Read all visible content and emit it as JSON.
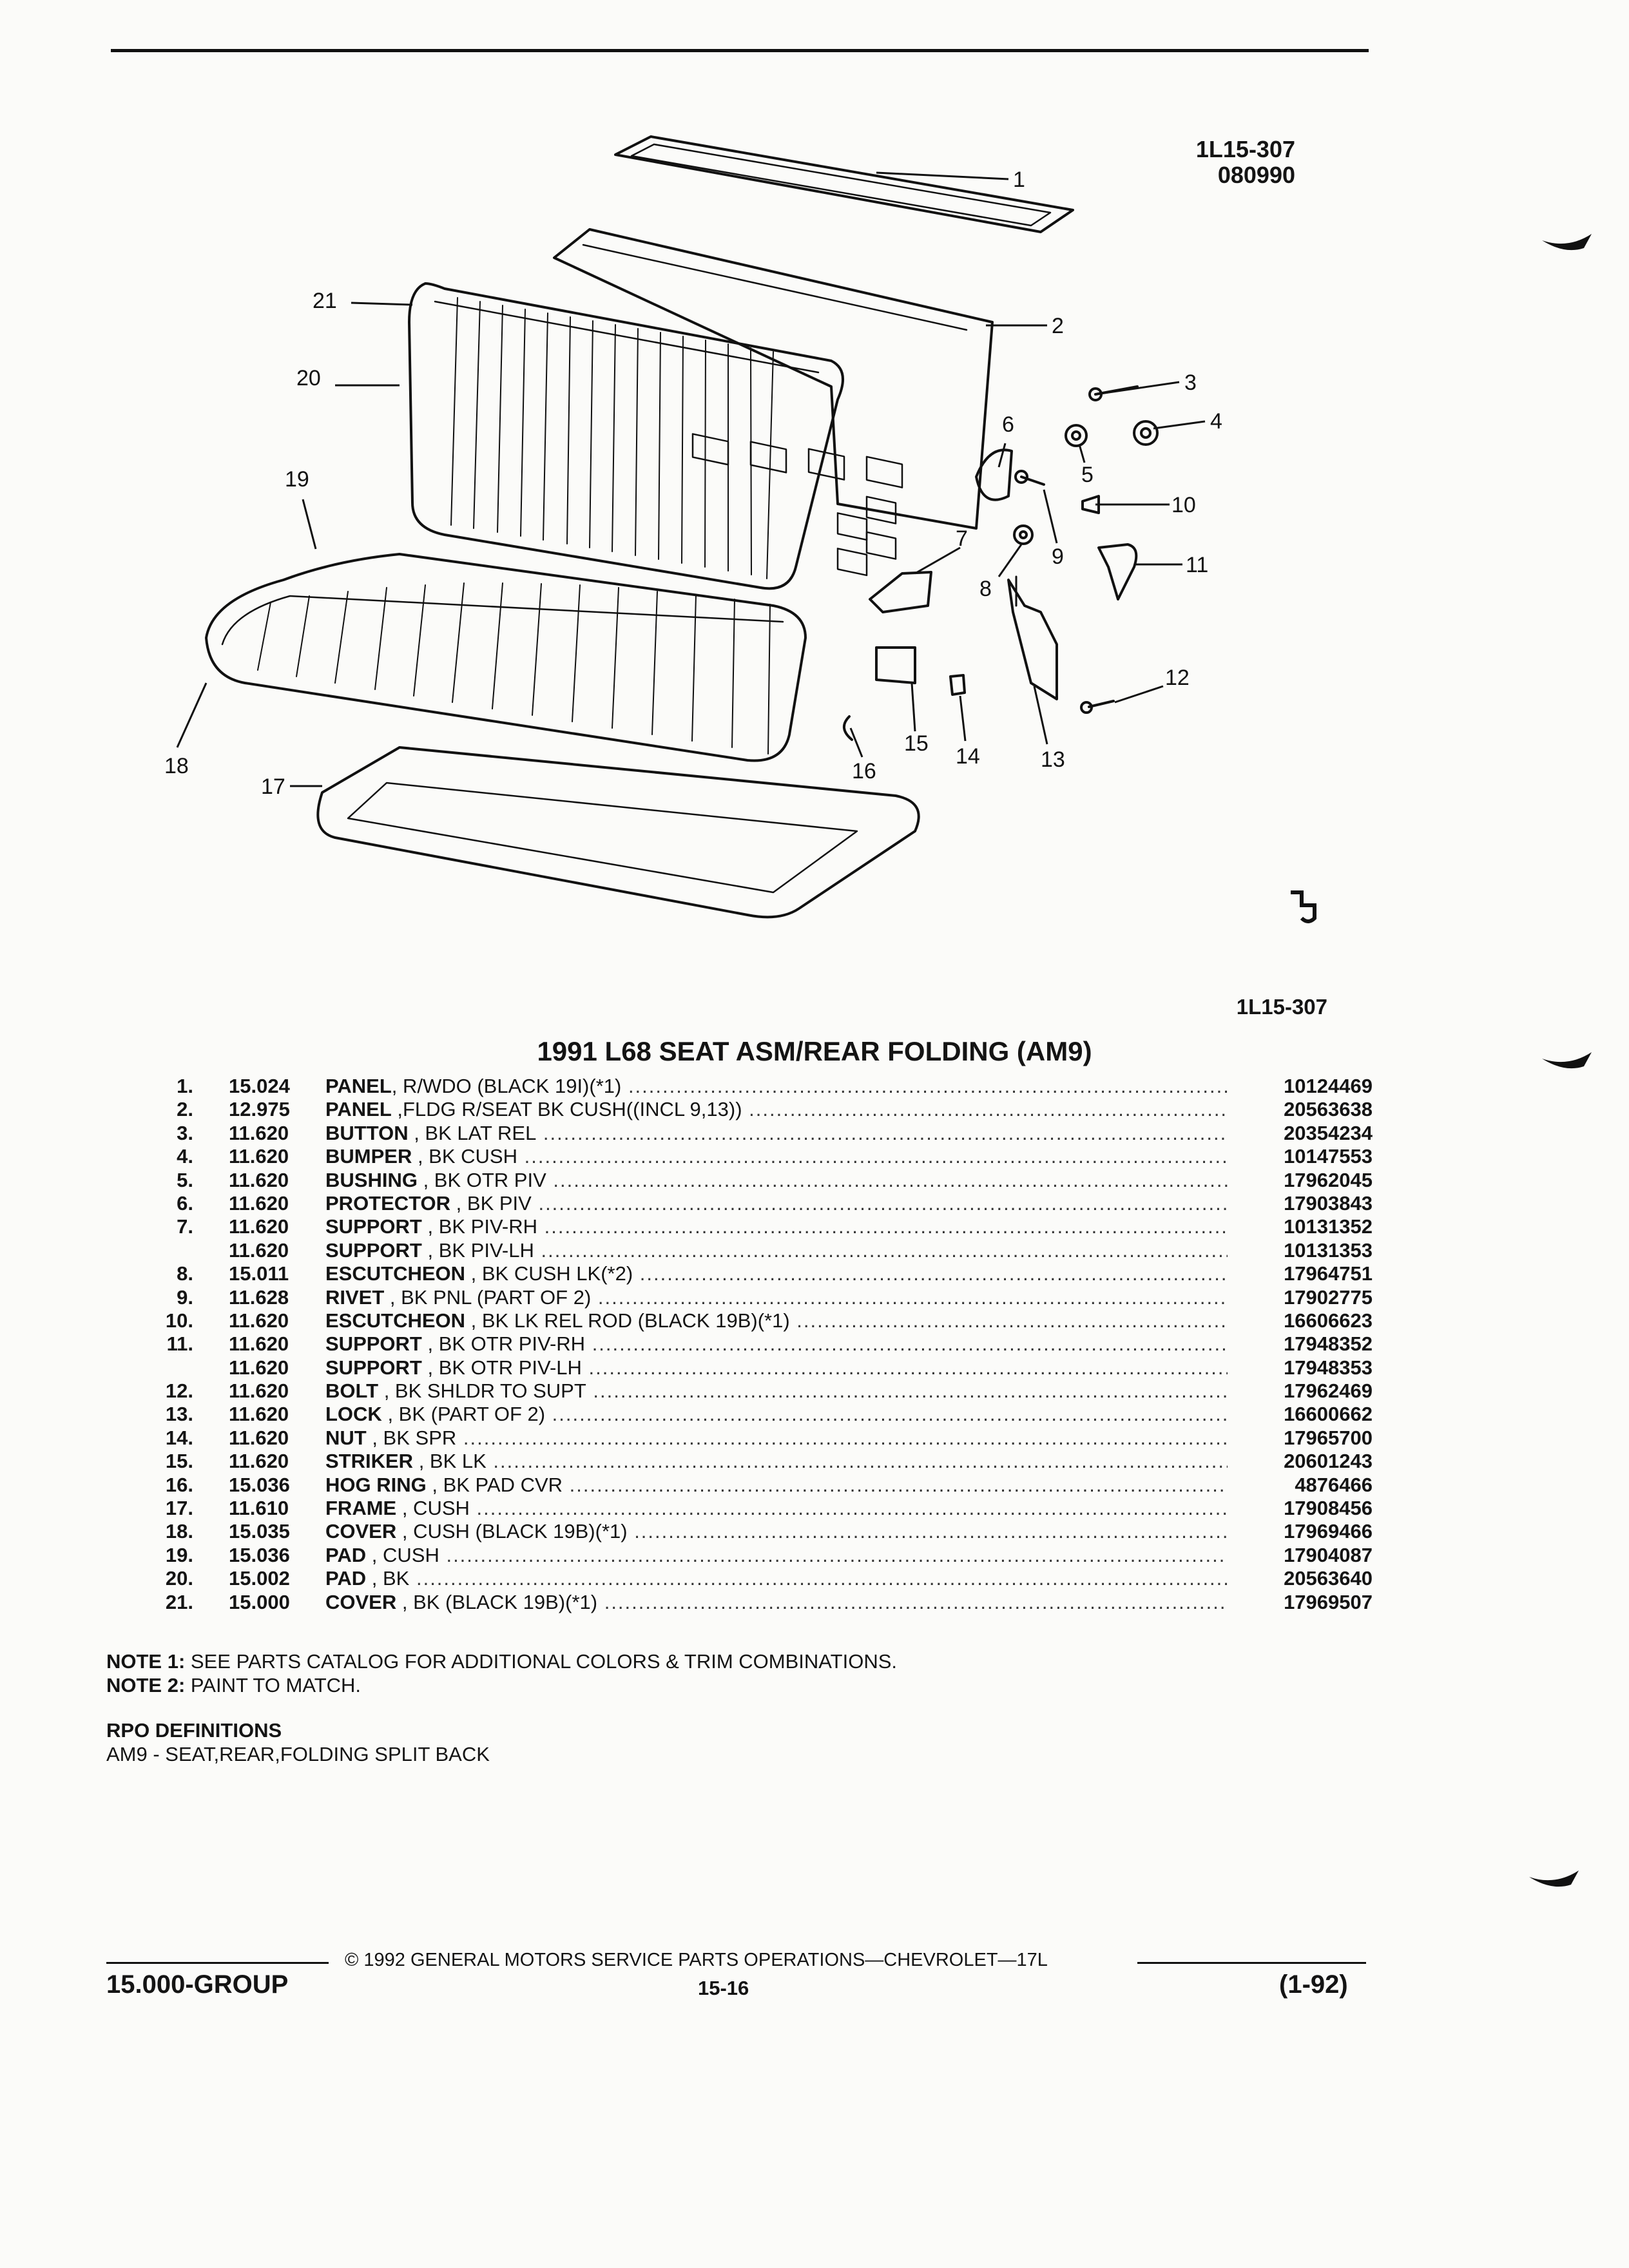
{
  "header": {
    "illustration_ref": "1L15-307",
    "illustration_date": "080990"
  },
  "illustration_caption": "1L15-307",
  "callouts": [
    "1",
    "2",
    "3",
    "4",
    "5",
    "6",
    "7",
    "8",
    "9",
    "10",
    "11",
    "12",
    "13",
    "14",
    "15",
    "16",
    "17",
    "18",
    "19",
    "20",
    "21"
  ],
  "section_title": "1991 L68 SEAT ASM/REAR FOLDING (AM9)",
  "parts": [
    {
      "num": "1.",
      "code": "15.024",
      "name": "PANEL",
      "desc": ", R/WDO (BLACK 19I)(*1)",
      "pn": "10124469"
    },
    {
      "num": "2.",
      "code": "12.975",
      "name": "PANEL",
      "desc": " ,FLDG R/SEAT BK CUSH((INCL 9,13))",
      "pn": "20563638"
    },
    {
      "num": "3.",
      "code": "11.620",
      "name": "BUTTON",
      "desc": " , BK LAT REL",
      "pn": "20354234"
    },
    {
      "num": "4.",
      "code": "11.620",
      "name": "BUMPER",
      "desc": " , BK CUSH",
      "pn": "10147553"
    },
    {
      "num": "5.",
      "code": "11.620",
      "name": "BUSHING",
      "desc": " , BK OTR PIV",
      "pn": "17962045"
    },
    {
      "num": "6.",
      "code": "11.620",
      "name": "PROTECTOR",
      "desc": " , BK PIV",
      "pn": "17903843"
    },
    {
      "num": "7.",
      "code": "11.620",
      "name": "SUPPORT",
      "desc": " , BK PIV-RH",
      "pn": "10131352"
    },
    {
      "num": "",
      "code": "11.620",
      "name": "SUPPORT",
      "desc": " , BK PIV-LH",
      "pn": "10131353"
    },
    {
      "num": "8.",
      "code": "15.011",
      "name": "ESCUTCHEON",
      "desc": " , BK CUSH LK(*2)",
      "pn": "17964751"
    },
    {
      "num": "9.",
      "code": "11.628",
      "name": "RIVET",
      "desc": " , BK PNL (PART OF 2)",
      "pn": "17902775"
    },
    {
      "num": "10.",
      "code": "11.620",
      "name": "ESCUTCHEON",
      "desc": " , BK LK REL ROD (BLACK 19B)(*1)",
      "pn": "16606623"
    },
    {
      "num": "11.",
      "code": "11.620",
      "name": "SUPPORT",
      "desc": " , BK OTR PIV-RH",
      "pn": "17948352"
    },
    {
      "num": "",
      "code": "11.620",
      "name": "SUPPORT",
      "desc": " , BK OTR PIV-LH",
      "pn": "17948353"
    },
    {
      "num": "12.",
      "code": "11.620",
      "name": "BOLT",
      "desc": " , BK SHLDR TO SUPT",
      "pn": "17962469"
    },
    {
      "num": "13.",
      "code": "11.620",
      "name": "LOCK",
      "desc": " , BK (PART OF 2)",
      "pn": "16600662"
    },
    {
      "num": "14.",
      "code": "11.620",
      "name": "NUT",
      "desc": " , BK SPR",
      "pn": "17965700"
    },
    {
      "num": "15.",
      "code": "11.620",
      "name": "STRIKER",
      "desc": " , BK LK",
      "pn": "20601243"
    },
    {
      "num": "16.",
      "code": "15.036",
      "name": "HOG RING",
      "desc": " , BK PAD CVR",
      "pn": "4876466"
    },
    {
      "num": "17.",
      "code": "11.610",
      "name": "FRAME",
      "desc": " , CUSH",
      "pn": "17908456"
    },
    {
      "num": "18.",
      "code": "15.035",
      "name": "COVER",
      "desc": " , CUSH (BLACK 19B)(*1)",
      "pn": "17969466"
    },
    {
      "num": "19.",
      "code": "15.036",
      "name": "PAD",
      "desc": " , CUSH",
      "pn": "17904087"
    },
    {
      "num": "20.",
      "code": "15.002",
      "name": "PAD",
      "desc": " , BK",
      "pn": "20563640"
    },
    {
      "num": "21.",
      "code": "15.000",
      "name": "COVER",
      "desc": " , BK (BLACK 19B)(*1)",
      "pn": "17969507"
    }
  ],
  "notes": [
    {
      "label": "NOTE  1:",
      "text": "SEE PARTS CATALOG FOR ADDITIONAL COLORS & TRIM COMBINATIONS."
    },
    {
      "label": "NOTE  2:",
      "text": "PAINT TO MATCH."
    }
  ],
  "rpo": {
    "heading": "RPO DEFINITIONS",
    "definition": "AM9 - SEAT,REAR,FOLDING SPLIT BACK"
  },
  "footer": {
    "group": "15.000-GROUP",
    "copyright": "© 1992 GENERAL MOTORS SERVICE PARTS OPERATIONS—CHEVROLET—17L",
    "page": "15-16",
    "revision": "(1-92)"
  }
}
